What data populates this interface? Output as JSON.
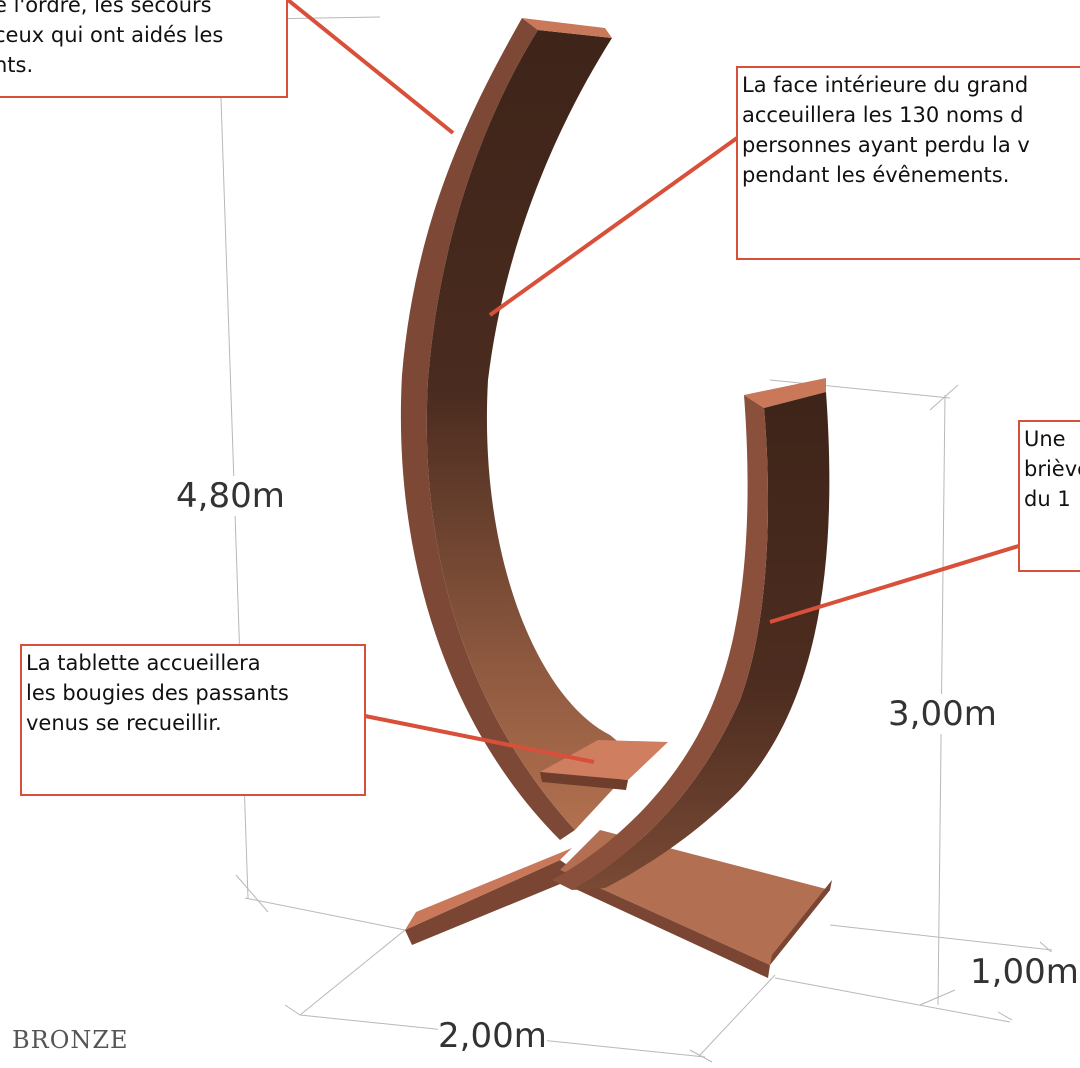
{
  "notes": {
    "top_left": [
      "e l'ordre, les secours",
      "ceux qui ont aidés les",
      "nts."
    ],
    "top_right": [
      "La face intérieure du grand",
      "acceuillera les 130 noms d",
      "personnes ayant perdu la v",
      "pendant les évênements."
    ],
    "right": [
      "Une",
      "briève",
      "du 1"
    ],
    "tablette": [
      "La tablette accueillera",
      "les bougies des passants",
      "venus se recueillir."
    ]
  },
  "dimensions": {
    "height_total": "4,80m",
    "height_small": "3,00m",
    "width": "2,00m",
    "depth": "1,00m"
  },
  "material": "BRONZE",
  "colors": {
    "annotation": "#d9503a",
    "inner_face_dark": "#46281d",
    "inner_face_light": "#b2714f",
    "edge": "#7e4836",
    "top": "#c9785a",
    "tablet": "#cf7e60",
    "guide_lines": "#b8b8b8"
  }
}
